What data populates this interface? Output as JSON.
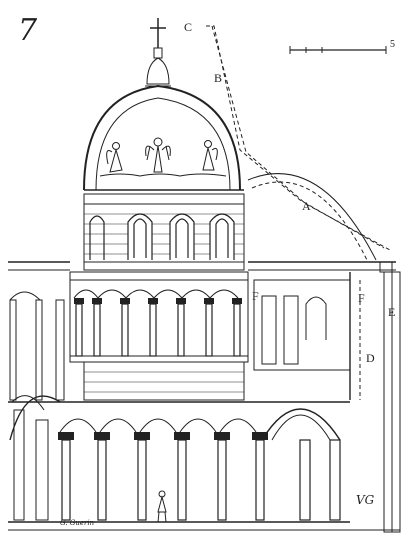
{
  "figure": {
    "number": "7",
    "labels": {
      "c": "C",
      "b": "B",
      "a": "A",
      "f": "F",
      "f2": "F",
      "e": "E",
      "d": "D",
      "scale_end": "5",
      "signature": "G. Guerin",
      "monogram": "VG"
    }
  },
  "colors": {
    "ink": "#222222",
    "paper": "#ffffff"
  }
}
